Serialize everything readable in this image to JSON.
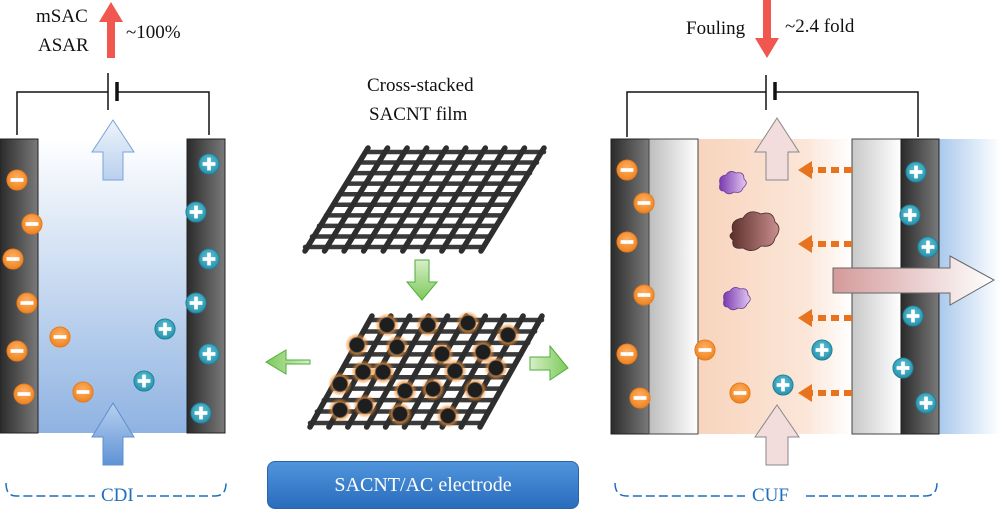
{
  "cdi": {
    "metric_lines": [
      "mSAC",
      "ASAR"
    ],
    "change": "~100%",
    "change_direction": "up",
    "label": "CDI",
    "anions_on_electrode": 6,
    "cations_on_electrode": 6,
    "anions_in_solution": 2,
    "cations_in_solution": 2
  },
  "center": {
    "film_title_lines": [
      "Cross-stacked",
      "SACNT film"
    ],
    "electrode_label": "SACNT/AC electrode"
  },
  "cuf": {
    "metric": "Fouling",
    "change": "~2.4 fold",
    "change_direction": "down",
    "label": "CUF",
    "anions_on_electrode": 6,
    "cations_on_electrode": 6,
    "anions_in_solution": 2,
    "cations_in_solution": 2,
    "foulants": 3,
    "dashed_arrows": 4
  },
  "colors": {
    "arrow_red": "#f0584f",
    "anion_orange": "#f08a2a",
    "cation_teal": "#2a9fb8",
    "electrode_dark": "#3a3a3a",
    "cdi_water_blue": "#8fb6e4",
    "cuf_feed_peach": "#f9d9c4",
    "green_arrow": "#6cc24a",
    "bracket_blue": "#1f6fbf"
  }
}
